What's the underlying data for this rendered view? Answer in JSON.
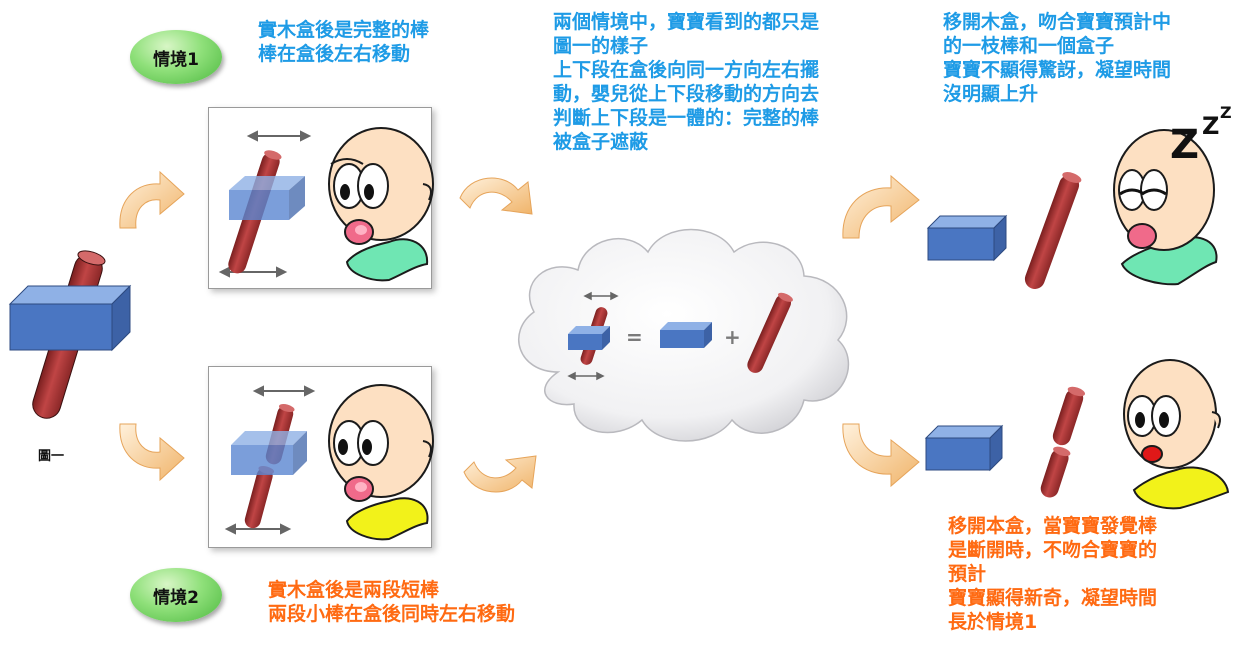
{
  "scenario1": {
    "badge": "情境1",
    "description": "實木盒後是完整的棒\n棒在盒後左右移動"
  },
  "scenario2": {
    "badge": "情境2",
    "description": "實木盒後是兩段短棒\n兩段小棒在盒後同時左右移動"
  },
  "figure_label": "圖一",
  "center_text": "兩個情境中，寶寶看到的都只是\n圖一的樣子\n上下段在盒後向同一方向左右擺\n動，嬰兒從上下段移動的方向去\n判斷上下段是一體的：完整的棒\n被盒子遮蔽",
  "equation": {
    "equals": "=",
    "plus": "+"
  },
  "outcome1_text": "移開木盒，吻合寶寶預計中\n的一枝棒和一個盒子\n寶寶不顯得驚訝，凝望時間\n沒明顯上升",
  "outcome2_text": "移開本盒，當寶寶發覺棒\n是斷開時，不吻合寶寶的\n預計\n寶寶顯得新奇，凝望時間\n長於情境1",
  "colors": {
    "blue_text": "#1e9be6",
    "orange_text": "#ff6a12",
    "box": "#4a76c2",
    "rod": "#b23a3a",
    "arrow": "#f3c58a",
    "onesie_green": "#6fe6b3",
    "onesie_yellow": "#f2f21a"
  }
}
